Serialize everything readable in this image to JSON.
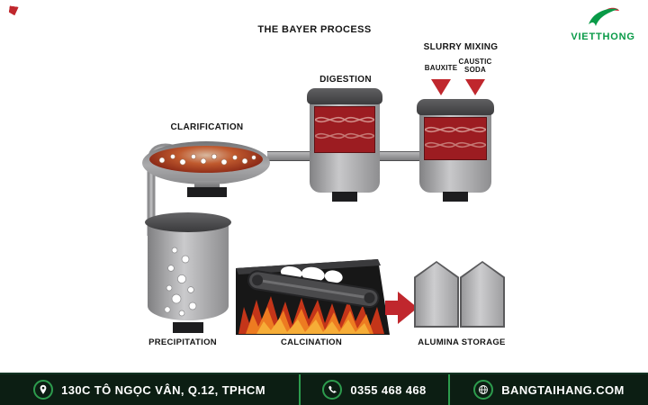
{
  "page": {
    "title": "THE BAYER PROCESS"
  },
  "brand": {
    "name": "VIETTHONG"
  },
  "stages": {
    "slurry_mixing": {
      "label": "SLURRY MIXING",
      "input_bauxite": "BAUXITE",
      "input_caustic": "CAUSTIC SODA"
    },
    "digestion": {
      "label": "DIGESTION"
    },
    "clarification": {
      "label": "CLARIFICATION"
    },
    "precipitation": {
      "label": "PRECIPITATION"
    },
    "calcination": {
      "label": "CALCINATION"
    },
    "alumina_storage": {
      "label": "ALUMINA STORAGE"
    }
  },
  "footer": {
    "address": "130C TÔ NGỌC VÂN, Q.12, TPHCM",
    "phone": "0355 468 468",
    "website": "BANGTAIHANG.COM"
  },
  "colors": {
    "accent_green": "#2d9c4d",
    "brand_green": "#089a47",
    "arrow_red": "#c0272d",
    "liquid_red": "#9c1c21",
    "footer_bg": "#0c1e13"
  }
}
